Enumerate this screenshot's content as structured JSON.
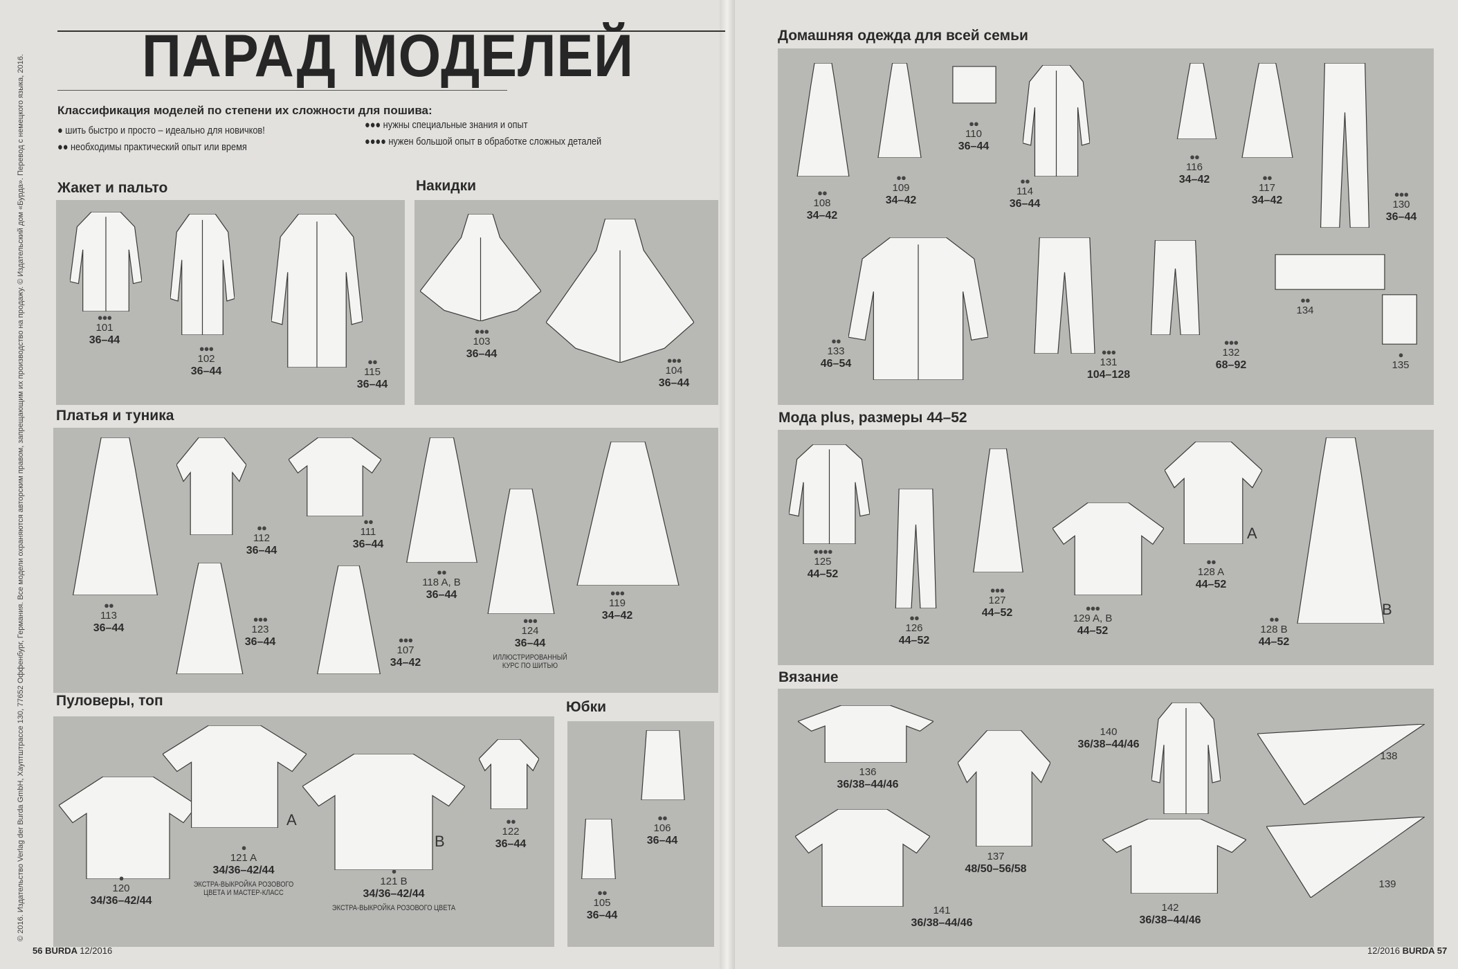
{
  "left_page": {
    "title": "ПАРАД МОДЕЛЕЙ",
    "classification": {
      "heading": "Классификация моделей по степени их сложности для пошива:",
      "levels": [
        {
          "dots": "●",
          "text": "шить быстро и просто – идеально для новичков!"
        },
        {
          "dots": "●●",
          "text": "необходимы практический опыт или время"
        },
        {
          "dots": "●●●",
          "text": "нужны специальные знания и опыт"
        },
        {
          "dots": "●●●●",
          "text": "нужен большой опыт в обработке сложных деталей"
        }
      ]
    },
    "copyright": "© 2016. Издательство Verlag der Burda GmbH, Хауптштрассе 130, 77652 Оффенбург, Германия. Все модели охраняются авторским правом, запрещающим их производство на продажу. © Издательский дом «Бурда». Перевод с немецкого языка, 2016.",
    "folio": {
      "page": "56",
      "brand": "BURDA",
      "issue": "12/2016"
    }
  },
  "right_page": {
    "folio": {
      "page": "57",
      "brand": "BURDA",
      "issue": "12/2016"
    }
  },
  "sections": [
    {
      "title": "Жакет и пальто",
      "items": [
        {
          "id": "101",
          "dots": "●●●",
          "sizes": "36–44"
        },
        {
          "id": "102",
          "dots": "●●●",
          "sizes": "36–44"
        },
        {
          "id": "115",
          "dots": "●●",
          "sizes": "36–44"
        }
      ]
    },
    {
      "title": "Накидки",
      "items": [
        {
          "id": "103",
          "dots": "●●●",
          "sizes": "36–44"
        },
        {
          "id": "104",
          "dots": "●●●",
          "sizes": "36–44"
        }
      ]
    },
    {
      "title": "Платья и туника",
      "items": [
        {
          "id": "113",
          "dots": "●●",
          "sizes": "36–44"
        },
        {
          "id": "112",
          "dots": "●●",
          "sizes": "36–44"
        },
        {
          "id": "111",
          "dots": "●●",
          "sizes": "36–44"
        },
        {
          "id": "118 A, B",
          "dots": "●●",
          "sizes": "36–44"
        },
        {
          "id": "119",
          "dots": "●●●",
          "sizes": "34–42"
        },
        {
          "id": "123",
          "dots": "●●●",
          "sizes": "36–44"
        },
        {
          "id": "107",
          "dots": "●●●",
          "sizes": "34–42"
        },
        {
          "id": "124",
          "dots": "●●●",
          "sizes": "36–44",
          "note": "ИЛЛЮСТРИРОВАННЫЙ\nКУРС ПО ШИТЬЮ"
        }
      ]
    },
    {
      "title": "Пуловеры, топ",
      "items": [
        {
          "id": "120",
          "dots": "●",
          "sizes": "34/36–42/44"
        },
        {
          "id": "121 A",
          "dots": "●",
          "sizes": "34/36–42/44",
          "note": "ЭКСТРА-ВЫКРОЙКА РОЗОВОГО\nЦВЕТА И МАСТЕР-КЛАСС"
        },
        {
          "id": "121 B",
          "dots": "●",
          "sizes": "34/36–42/44",
          "note": "ЭКСТРА-ВЫКРОЙКА РОЗОВОГО ЦВЕТА"
        },
        {
          "id": "122",
          "dots": "●●",
          "sizes": "36–44"
        }
      ]
    },
    {
      "title": "Юбки",
      "items": [
        {
          "id": "106",
          "dots": "●●",
          "sizes": "36–44"
        },
        {
          "id": "105",
          "dots": "●●",
          "sizes": "36–44"
        }
      ]
    },
    {
      "title": "Домашняя одежда для всей семьи",
      "items": [
        {
          "id": "108",
          "dots": "●●",
          "sizes": "34–42"
        },
        {
          "id": "109",
          "dots": "●●",
          "sizes": "34–42"
        },
        {
          "id": "110",
          "dots": "●●",
          "sizes": "36–44"
        },
        {
          "id": "114",
          "dots": "●●",
          "sizes": "36–44"
        },
        {
          "id": "116",
          "dots": "●●",
          "sizes": "34–42"
        },
        {
          "id": "117",
          "dots": "●●",
          "sizes": "34–42"
        },
        {
          "id": "130",
          "dots": "●●●",
          "sizes": "36–44"
        },
        {
          "id": "133",
          "dots": "●●",
          "sizes": "46–54"
        },
        {
          "id": "131",
          "dots": "●●●",
          "sizes": "104–128"
        },
        {
          "id": "132",
          "dots": "●●●",
          "sizes": "68–92"
        },
        {
          "id": "134",
          "dots": "●●"
        },
        {
          "id": "135",
          "dots": "●"
        }
      ]
    },
    {
      "title": "Мода plus, размеры 44–52",
      "items": [
        {
          "id": "125",
          "dots": "●●●●",
          "sizes": "44–52"
        },
        {
          "id": "126",
          "dots": "●●",
          "sizes": "44–52"
        },
        {
          "id": "127",
          "dots": "●●●",
          "sizes": "44–52"
        },
        {
          "id": "129 A, B",
          "dots": "●●●",
          "sizes": "44–52"
        },
        {
          "id": "128 A",
          "dots": "●●",
          "sizes": "44–52"
        },
        {
          "id": "128 B",
          "dots": "●●",
          "sizes": "44–52"
        }
      ]
    },
    {
      "title": "Вязание",
      "items": [
        {
          "id": "136",
          "sizes": "36/38–44/46"
        },
        {
          "id": "137",
          "sizes": "48/50–56/58"
        },
        {
          "id": "140",
          "sizes": "36/38–44/46"
        },
        {
          "id": "138"
        },
        {
          "id": "141",
          "sizes": "36/38–44/46"
        },
        {
          "id": "142",
          "sizes": "36/38–44/46"
        },
        {
          "id": "139"
        }
      ]
    }
  ],
  "variant_marks": [
    "A",
    "B",
    "A",
    "B"
  ]
}
